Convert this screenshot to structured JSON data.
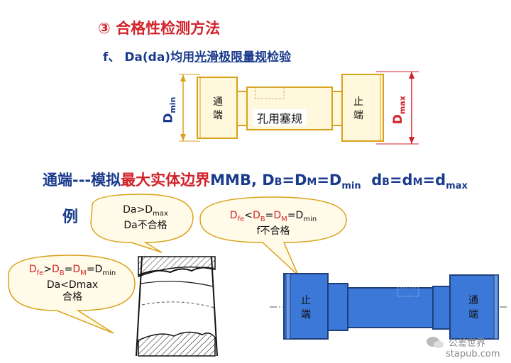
{
  "title": "③ 合格性检测方法",
  "subtitle": {
    "prefix": "f、 Da(da)均用",
    "underlined": "光滑极限量规",
    "suffix": "检验"
  },
  "gauge": {
    "go_end_line1": "通",
    "go_end_line2": "端",
    "nogo_end_line1": "止",
    "nogo_end_line2": "端",
    "center_label": "孔用塞规",
    "left_dim_main": "D",
    "left_dim_sub": "min",
    "right_dim_main": "D",
    "right_dim_sub": "max"
  },
  "mmb_line": {
    "blue_part1": "通端---模拟",
    "red_part": "最大实体边界",
    "blue_part2": "MMB, D",
    "b_sub": "B",
    "eq1": "=D",
    "m_sub": "M",
    "eq2": "=D",
    "min_sub": "min",
    "spacer": "  d",
    "b_sub2": "B",
    "eq3": "=d",
    "m_sub2": "M",
    "eq4": "=d",
    "max_sub": "max"
  },
  "example_label": "例",
  "bubble_top": {
    "line1_main": "Da>D",
    "line1_sub": "max",
    "line2": "Da不合格"
  },
  "bubble_left": {
    "d_main": "D",
    "fe_sub": "fe",
    "gt": ">",
    "db": "D",
    "b_sub": "B",
    "eq": "=",
    "dm": "D",
    "m_sub": "M",
    "eq2": "=D",
    "min_sub": "min",
    "line2": "Da<Dmax",
    "line3": "合格"
  },
  "bubble_right": {
    "d_main": "D",
    "fe_sub": "fe",
    "lt": "<",
    "db": "D",
    "b_sub": "B",
    "eq": "=",
    "dm": "D",
    "m_sub": "M",
    "eq2": "=D",
    "min_sub": "min",
    "line2": "f不合格"
  },
  "blue_gauge": {
    "left_line1": "止",
    "left_line2": "端",
    "right_line1": "通",
    "right_line2": "端"
  },
  "watermark": {
    "wechat": "公差世界",
    "site": "stapub.com"
  },
  "colors": {
    "red": "#d2222a",
    "blue_text": "#1a3a8c",
    "gauge_yellow": "#d9a21c",
    "bubble_fill": "#fffbe8",
    "bubble_stroke": "#d9a21c",
    "blue_gauge_fill": "#3c78d8"
  }
}
